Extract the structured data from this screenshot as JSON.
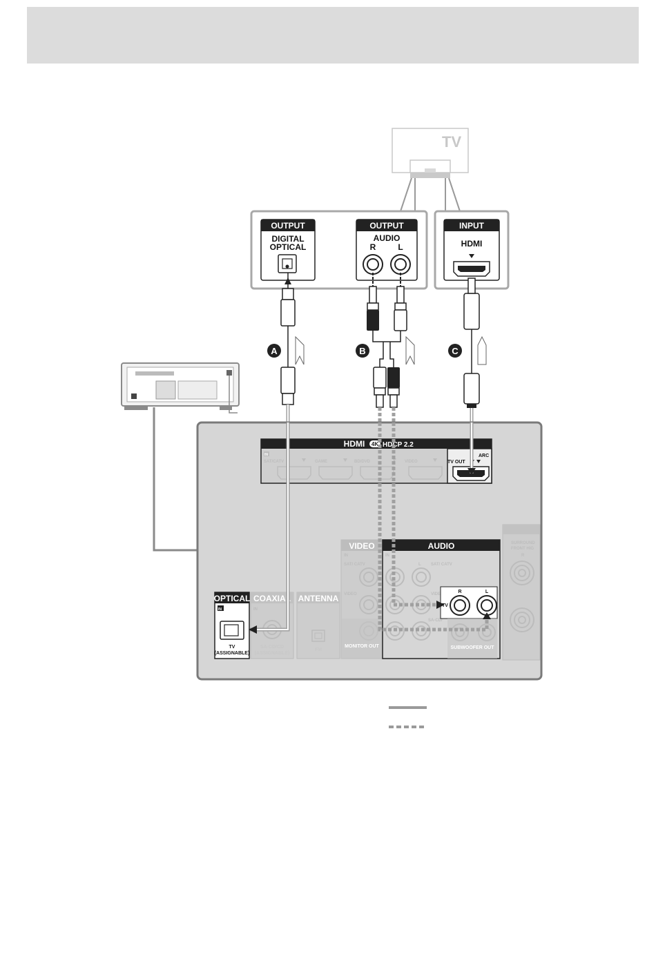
{
  "tv": {
    "label": "TV"
  },
  "tv_panel": {
    "optical": {
      "header": "OUTPUT",
      "line1": "DIGITAL",
      "line2": "OPTICAL"
    },
    "audio": {
      "header": "OUTPUT",
      "title": "AUDIO",
      "r": "R",
      "l": "L"
    },
    "hdmi": {
      "header": "INPUT",
      "title": "HDMI"
    }
  },
  "cables": {
    "a": "A",
    "b": "B",
    "c": "C"
  },
  "receiver": {
    "hdmi_bar": {
      "title": "HDMI",
      "badge_4k": "4K",
      "hdcp": "HDCP 2.2",
      "in": "IN",
      "inputs": [
        "SAT/CATV",
        "GAME",
        "BD/DVD",
        "VIDEO"
      ],
      "tv_out": "TV OUT",
      "arc": "ARC"
    },
    "video": {
      "title": "VIDEO",
      "in": "IN",
      "sat_catv": "SAT/ CATV",
      "video": "VIDEO",
      "monitor_out": "MONITOR OUT"
    },
    "audio": {
      "title": "AUDIO",
      "in": "IN",
      "l": "L",
      "sat_catv": "SAT/ CATV",
      "video": "VIDEO",
      "sa_cd": "SA-CD/",
      "r": "R",
      "l2": "L",
      "tv": "TV",
      "subwoofer_out": "SUBWOOFER OUT"
    },
    "optical": {
      "title": "OPTICAL",
      "in": "IN",
      "tv": "TV",
      "assignable": "(ASSIGNABLE)"
    },
    "coaxial": {
      "title": "COAXIAL",
      "in": "IN",
      "sa_cd_cd": "SA-CD/CD",
      "assignable": "(ASSIGNABLE)"
    },
    "antenna": {
      "title": "ANTENNA",
      "fm": "FM"
    },
    "surround": {
      "line1": "SURROUND",
      "line2": "FRONT HIG",
      "r": "R"
    }
  }
}
